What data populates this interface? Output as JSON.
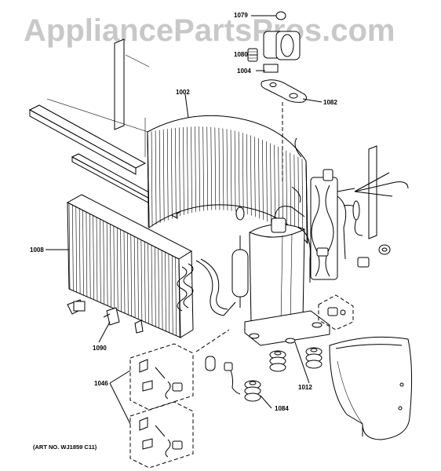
{
  "watermark": "AppliancePartsPros.com",
  "art_number": "(ART NO. WJ1859 C11)",
  "callouts": {
    "c1079": "1079",
    "c1080": "1080",
    "c1004": "1004",
    "c1082": "1082",
    "c1002": "1002",
    "c1008": "1008",
    "c1090": "1090",
    "c1046": "1046",
    "c1012": "1012",
    "c1084": "1084"
  }
}
